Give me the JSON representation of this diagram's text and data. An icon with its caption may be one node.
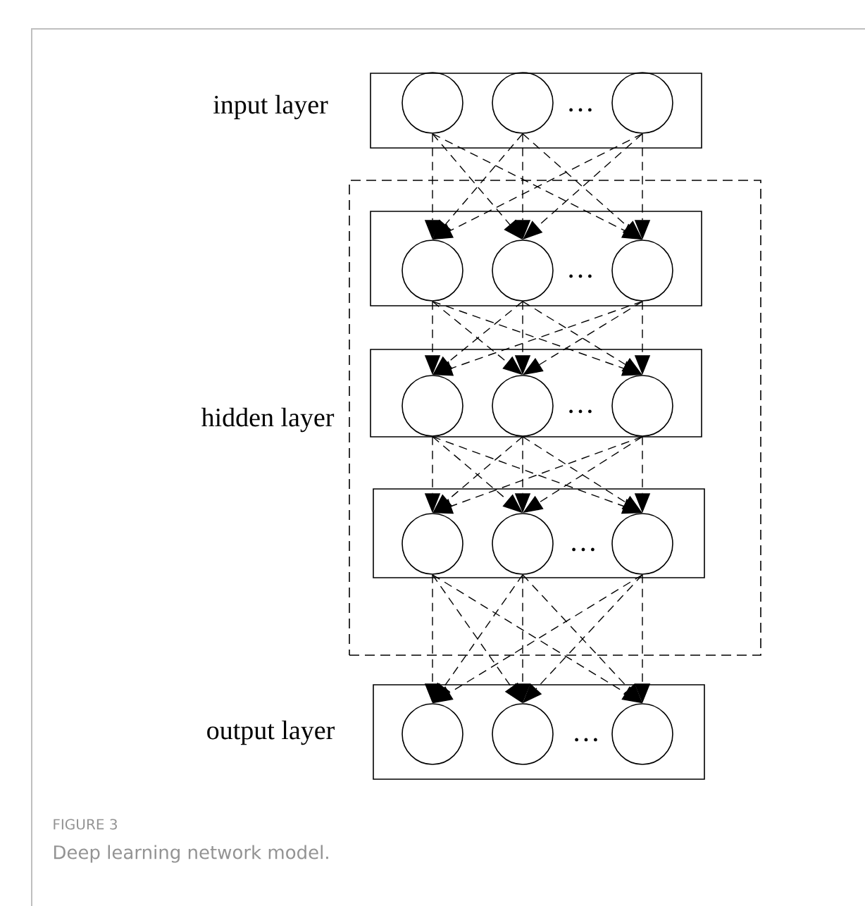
{
  "diagram": {
    "caption": "Deep learning network model.",
    "nodes": [
      {
        "text": [],
        "shape": "box",
        "beside": [
          "input layer"
        ]
      },
      {
        "text": [],
        "shape": "circle",
        "in": 0
      },
      {
        "text": [],
        "shape": "circle",
        "in": 0
      },
      {
        "text": [],
        "shape": "circle",
        "in": 0
      },
      {
        "text": [],
        "shape": "box",
        "beside": [
          "hidden layer"
        ]
      },
      {
        "text": [],
        "shape": "box",
        "in": 4
      },
      {
        "text": [],
        "shape": "circle",
        "in": 5
      },
      {
        "text": [],
        "shape": "circle",
        "in": 5
      },
      {
        "text": [],
        "shape": "circle",
        "in": 5
      },
      {
        "text": [],
        "shape": "box",
        "in": 4
      },
      {
        "text": [],
        "shape": "circle",
        "in": 9
      },
      {
        "text": [],
        "shape": "circle",
        "in": 9
      },
      {
        "text": [],
        "shape": "circle",
        "in": 9
      },
      {
        "text": [],
        "shape": "box",
        "in": 4
      },
      {
        "text": [],
        "shape": "circle",
        "in": 13
      },
      {
        "text": [],
        "shape": "circle",
        "in": 13
      },
      {
        "text": [],
        "shape": "circle",
        "in": 13
      },
      {
        "text": [],
        "shape": "box",
        "beside": [
          "output layer"
        ]
      },
      {
        "text": [],
        "shape": "circle",
        "in": 17
      },
      {
        "text": [],
        "shape": "circle",
        "in": 17
      },
      {
        "text": [],
        "shape": "circle",
        "in": 17
      }
    ],
    "edges": [
      {
        "from": 1,
        "to": 6,
        "arrow": "to",
        "style": "dashed"
      },
      {
        "from": 1,
        "to": 7,
        "arrow": "to",
        "style": "dashed"
      },
      {
        "from": 1,
        "to": 8,
        "arrow": "to",
        "style": "dashed"
      },
      {
        "from": 2,
        "to": 6,
        "arrow": "to",
        "style": "dashed"
      },
      {
        "from": 2,
        "to": 7,
        "arrow": "to",
        "style": "dashed"
      },
      {
        "from": 2,
        "to": 8,
        "arrow": "to",
        "style": "dashed"
      },
      {
        "from": 3,
        "to": 6,
        "arrow": "to",
        "style": "dashed"
      },
      {
        "from": 3,
        "to": 7,
        "arrow": "to",
        "style": "dashed"
      },
      {
        "from": 3,
        "to": 8,
        "arrow": "to",
        "style": "dashed"
      },
      {
        "from": 6,
        "to": 10,
        "arrow": "to",
        "style": "dashed"
      },
      {
        "from": 6,
        "to": 11,
        "arrow": "to",
        "style": "dashed"
      },
      {
        "from": 6,
        "to": 12,
        "arrow": "to",
        "style": "dashed"
      },
      {
        "from": 7,
        "to": 10,
        "arrow": "to",
        "style": "dashed"
      },
      {
        "from": 7,
        "to": 11,
        "arrow": "to",
        "style": "dashed"
      },
      {
        "from": 7,
        "to": 12,
        "arrow": "to",
        "style": "dashed"
      },
      {
        "from": 8,
        "to": 10,
        "arrow": "to",
        "style": "dashed"
      },
      {
        "from": 8,
        "to": 11,
        "arrow": "to",
        "style": "dashed"
      },
      {
        "from": 8,
        "to": 12,
        "arrow": "to",
        "style": "dashed"
      },
      {
        "from": 10,
        "to": 14,
        "arrow": "to",
        "style": "dashed"
      },
      {
        "from": 10,
        "to": 15,
        "arrow": "to",
        "style": "dashed"
      },
      {
        "from": 10,
        "to": 16,
        "arrow": "to",
        "style": "dashed"
      },
      {
        "from": 11,
        "to": 14,
        "arrow": "to",
        "style": "dashed"
      },
      {
        "from": 11,
        "to": 15,
        "arrow": "to",
        "style": "dashed"
      },
      {
        "from": 11,
        "to": 16,
        "arrow": "to",
        "style": "dashed"
      },
      {
        "from": 12,
        "to": 14,
        "arrow": "to",
        "style": "dashed"
      },
      {
        "from": 12,
        "to": 15,
        "arrow": "to",
        "style": "dashed"
      },
      {
        "from": 12,
        "to": 16,
        "arrow": "to",
        "style": "dashed"
      },
      {
        "from": 14,
        "to": 18,
        "arrow": "to",
        "style": "dashed"
      },
      {
        "from": 14,
        "to": 19,
        "arrow": "to",
        "style": "dashed"
      },
      {
        "from": 14,
        "to": 20,
        "arrow": "to",
        "style": "dashed"
      },
      {
        "from": 15,
        "to": 18,
        "arrow": "to",
        "style": "dashed"
      },
      {
        "from": 15,
        "to": 19,
        "arrow": "to",
        "style": "dashed"
      },
      {
        "from": 15,
        "to": 20,
        "arrow": "to",
        "style": "dashed"
      },
      {
        "from": 16,
        "to": 18,
        "arrow": "to",
        "style": "dashed"
      },
      {
        "from": 16,
        "to": 19,
        "arrow": "to",
        "style": "dashed"
      },
      {
        "from": 16,
        "to": 20,
        "arrow": "to",
        "style": "dashed"
      }
    ],
    "labels": [
      "…",
      "…",
      "…",
      "…",
      "…",
      "FIGURE 3"
    ]
  }
}
